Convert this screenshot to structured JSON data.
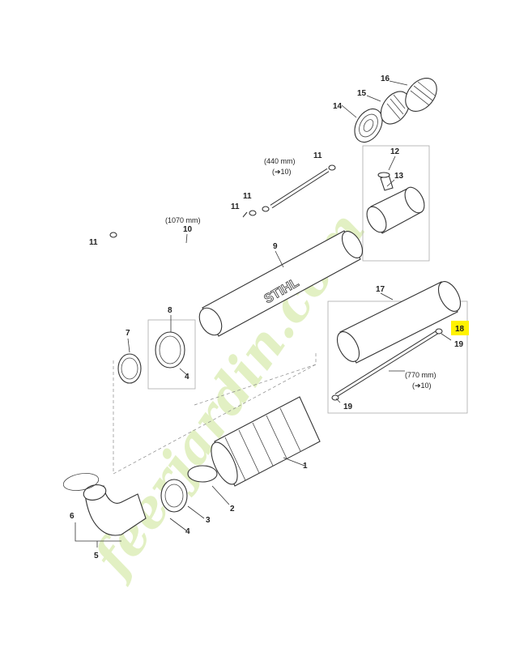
{
  "watermark": {
    "text": "feerjardin.com",
    "color": "#d9ecb0",
    "accent": "#f5d7a0"
  },
  "highlight_color": "#fff200",
  "labels": {
    "p1": "1",
    "p2": "2",
    "p3": "3",
    "p4a": "4",
    "p4b": "4",
    "p5": "5",
    "p6": "6",
    "p7": "7",
    "p8": "8",
    "p9": "9",
    "p10": "10",
    "p11a": "11",
    "p11b": "11",
    "p11c": "11",
    "p11d": "11",
    "p12": "12",
    "p13": "13",
    "p14": "14",
    "p15": "15",
    "p16": "16",
    "p17": "17",
    "p18": "18",
    "p19a": "19",
    "p19b": "19"
  },
  "dimensions": {
    "d1070": "(1070 mm)",
    "d440": "(440 mm)",
    "d440_ref": "(➔10)",
    "d770": "(770 mm)",
    "d770_ref": "(➔10)"
  },
  "brand": {
    "tube_text": "STIHL"
  },
  "icons": [
    "screw-icon",
    "grille-icon",
    "clamp-icon",
    "hose-icon"
  ]
}
